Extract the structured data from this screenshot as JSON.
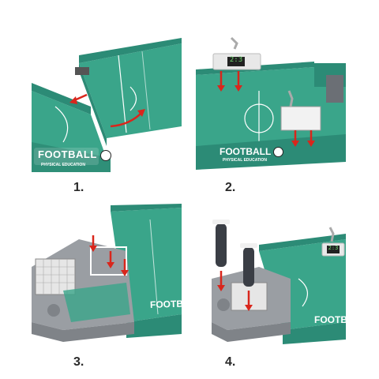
{
  "steps": [
    {
      "number": "1.",
      "brand": "FOOTBALL",
      "subtitle": "PHYSICAL EDUCATION"
    },
    {
      "number": "2.",
      "brand": "FOOTBALL",
      "subtitle": "PHYSICAL EDUCATION",
      "score": "2:3"
    },
    {
      "number": "3.",
      "brand": "FOOTBAL"
    },
    {
      "number": "4.",
      "brand": "FOOTBAL",
      "score": "2:3"
    }
  ],
  "colors": {
    "pitch_dark": "#2f8f78",
    "pitch_light": "#3aa58a",
    "wall": "#2c8b76",
    "arrow": "#d9261c",
    "gray_base": "#9a9ea3",
    "handle": "#3a3e45"
  }
}
